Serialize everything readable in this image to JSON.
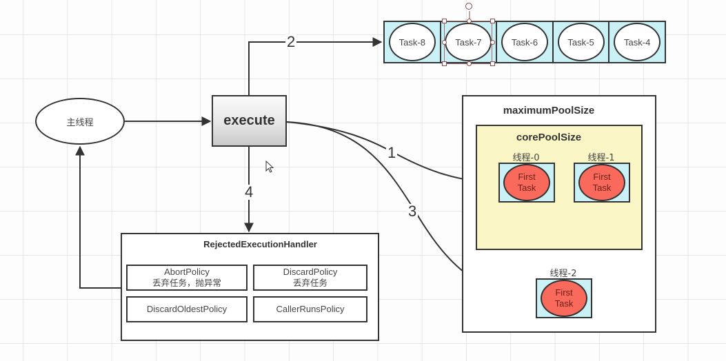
{
  "diagram": {
    "main_thread": {
      "label": "主线程"
    },
    "execute": {
      "label": "execute"
    },
    "queue": {
      "tasks": [
        "Task-8",
        "Task-7",
        "Task-6",
        "Task-5",
        "Task-4"
      ],
      "selected": "Task-7"
    },
    "max_pool": {
      "title": "maximumPoolSize",
      "core_pool": {
        "title": "corePoolSize",
        "threads": [
          {
            "label": "线程-0",
            "task_line1": "First",
            "task_line2": "Task"
          },
          {
            "label": "线程-1",
            "task_line1": "First",
            "task_line2": "Task"
          }
        ]
      },
      "extra_threads": [
        {
          "label": "线程-2",
          "task_line1": "First",
          "task_line2": "Task"
        }
      ]
    },
    "handler": {
      "title": "RejectedExecutionHandler",
      "policies": [
        {
          "name": "AbortPolicy",
          "desc": "丢弃任务，抛异常"
        },
        {
          "name": "DiscardPolicy",
          "desc": "丢弃任务"
        },
        {
          "name": "DiscardOldestPolicy",
          "desc": ""
        },
        {
          "name": "CallerRunsPolicy",
          "desc": ""
        }
      ]
    },
    "steps": [
      "1",
      "2",
      "3",
      "4"
    ]
  },
  "colors": {
    "queue_fill": "#c9f1f6",
    "core_pool_fill": "#fbf6c5",
    "task_fill": "#f96a5c",
    "stroke": "#333333",
    "selection": "#8a4a4a"
  }
}
